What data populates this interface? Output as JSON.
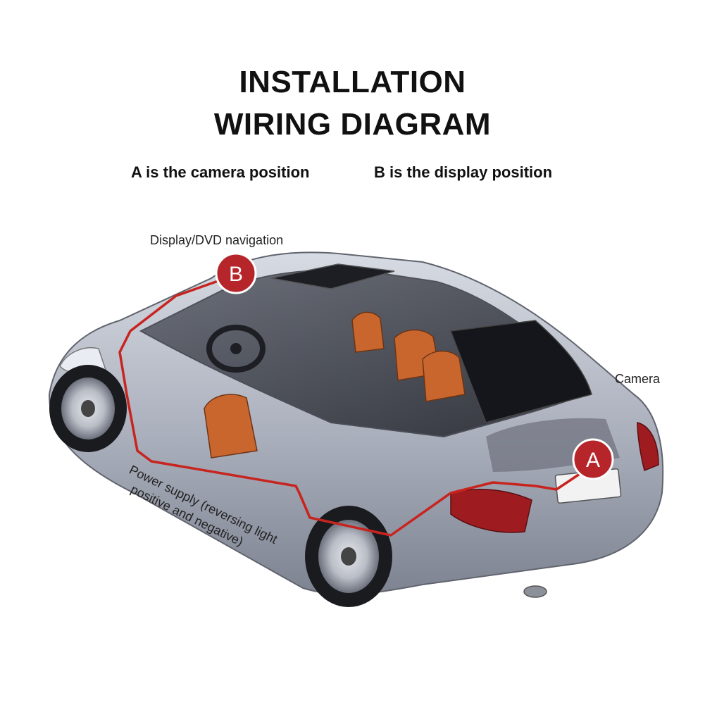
{
  "title": {
    "line1": "INSTALLATION",
    "line2": "WIRING DIAGRAM"
  },
  "subtitle": {
    "camera_note": "A is the camera position",
    "display_note": "B is the display position"
  },
  "callouts": {
    "display": "Display/DVD navigation",
    "camera": "Camera",
    "power_line1": "Power supply (reversing light",
    "power_line2": "positive and negative)"
  },
  "markers": {
    "a": "A",
    "b": "B"
  },
  "colors": {
    "marker": "#b5252a",
    "wire": "#c8241f",
    "body": "#aeb3bf",
    "glass": "#2a2c33",
    "seat": "#c9662e"
  }
}
